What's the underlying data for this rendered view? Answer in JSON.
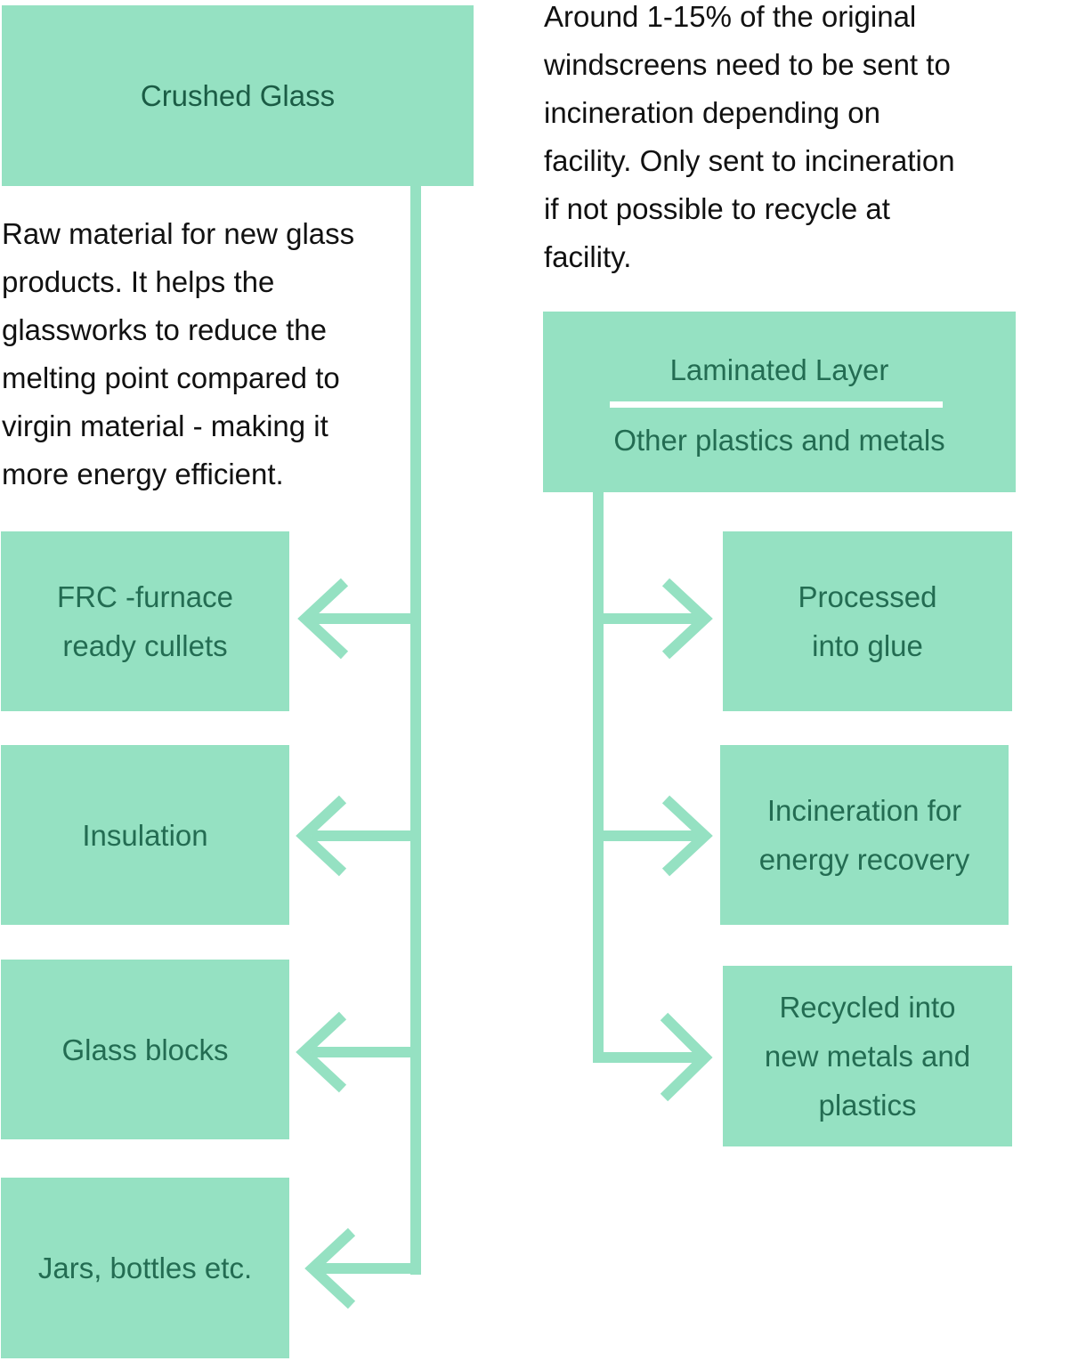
{
  "colors": {
    "box": "#95e1c2",
    "box_text": "#236c52",
    "connector": "#95e1c2",
    "body_text": "#111111"
  },
  "left": {
    "title": "Crushed Glass",
    "description_lines": [
      "Raw material for new glass",
      "products. It helps the",
      "glassworks to reduce the",
      "melting point compared to",
      "virgin material - making it",
      "more energy efficient."
    ],
    "outputs": [
      {
        "lines": [
          "FRC -furnace",
          "ready cullets"
        ]
      },
      {
        "lines": [
          "Insulation"
        ]
      },
      {
        "lines": [
          "Glass blocks"
        ]
      },
      {
        "lines": [
          "Jars, bottles etc."
        ]
      }
    ]
  },
  "right": {
    "note_lines": [
      "Around 1-15% of the original",
      "windscreens need to be sent to",
      "incineration depending on",
      "facility. Only sent to incineration",
      "if not possible to recycle at",
      "facility."
    ],
    "title": "Laminated Layer",
    "subtitle": "Other plastics and metals",
    "outputs": [
      {
        "lines": [
          "Processed",
          "into glue"
        ]
      },
      {
        "lines": [
          "Incineration for",
          "energy recovery"
        ]
      },
      {
        "lines": [
          "Recycled into",
          "new metals and",
          "plastics"
        ]
      }
    ]
  }
}
